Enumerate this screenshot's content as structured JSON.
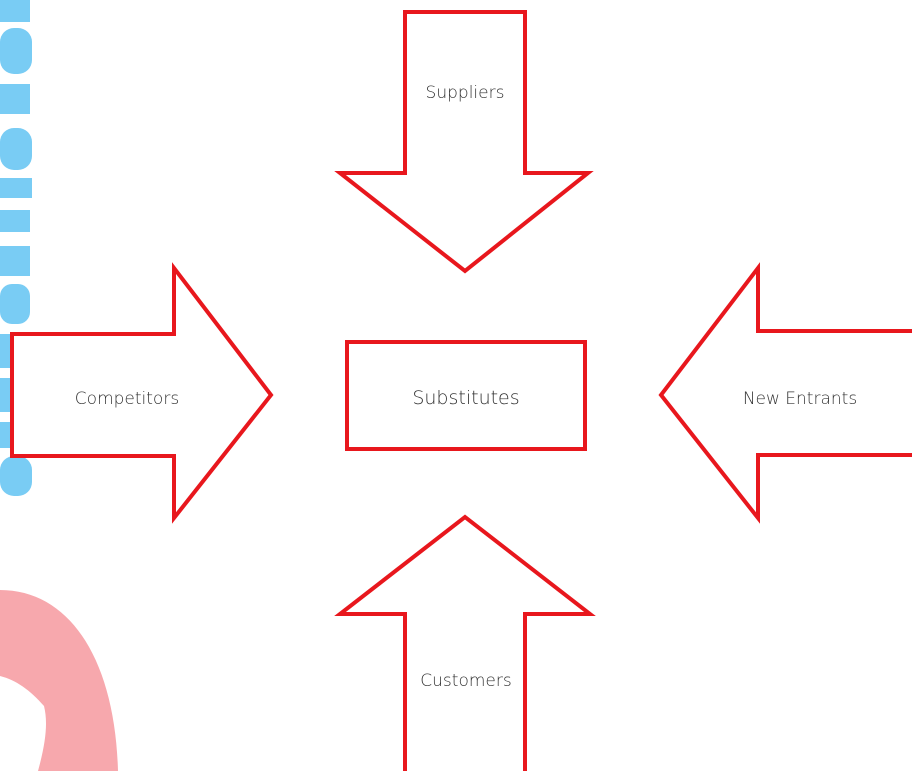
{
  "diagram": {
    "center": {
      "label": "Substitutes"
    },
    "arrows": [
      {
        "id": "suppliers",
        "label": "Suppliers",
        "direction": "down"
      },
      {
        "id": "competitors",
        "label": "Competitors",
        "direction": "right"
      },
      {
        "id": "new_entrants",
        "label": "New Entrants",
        "direction": "left"
      },
      {
        "id": "customers",
        "label": "Customers",
        "direction": "up"
      }
    ]
  },
  "colors": {
    "outline": "#e8171d",
    "background": "#ffffff",
    "text": "#333333",
    "decor_blue": "#79ccf4",
    "decor_pink": "#f7a8ad"
  }
}
